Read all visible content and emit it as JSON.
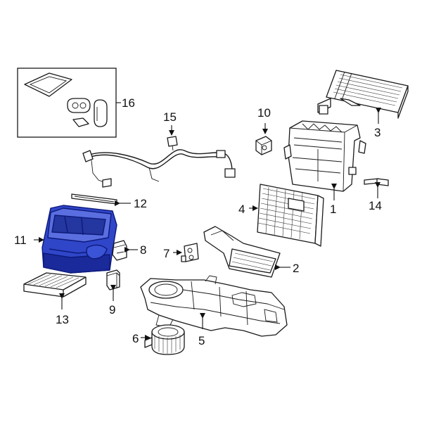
{
  "colors": {
    "line": "#1a1a1a",
    "highlight": "#2f46c9",
    "highlight_dark": "#1a2a9a",
    "background": "#ffffff"
  },
  "callouts": {
    "c1": "1",
    "c2": "2",
    "c3": "3",
    "c4": "4",
    "c5": "5",
    "c6": "6",
    "c7": "7",
    "c8": "8",
    "c9": "9",
    "c10": "10",
    "c11": "11",
    "c12": "12",
    "c13": "13",
    "c14": "14",
    "c15": "15",
    "c16": "16"
  }
}
